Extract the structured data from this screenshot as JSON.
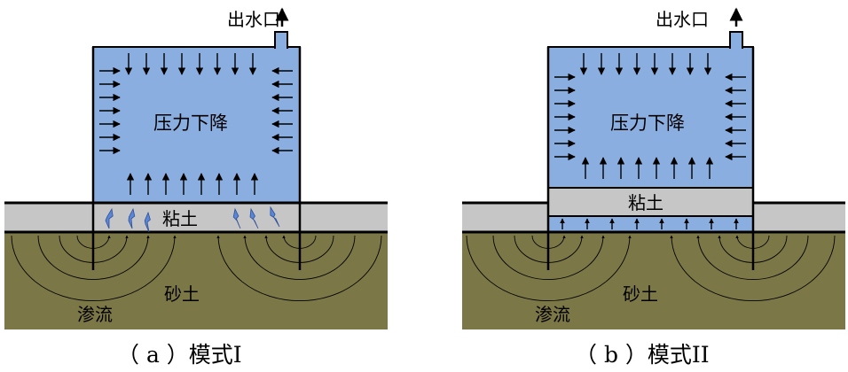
{
  "panels": [
    {
      "id": "a",
      "outlet_label": "出水口",
      "tank_label": "压力下降",
      "clay_label": "粘土",
      "sand_label": "砂土",
      "seepage_label": "渗流",
      "caption": "（ a ）模式I"
    },
    {
      "id": "b",
      "outlet_label": "出水口",
      "tank_label": "压力下降",
      "clay_label": "粘土",
      "sand_label": "砂土",
      "seepage_label": "渗流",
      "caption": "（ b ）模式II"
    }
  ],
  "colors": {
    "water": "#8aaee0",
    "clay": "#c6c6c6",
    "sand": "#7c7747",
    "outline": "#000000",
    "crack": "#5b86d6"
  },
  "icons": [
    "up-arrow-icon",
    "pressure-arrow-icon",
    "seepage-arrow-icon",
    "crack-icon"
  ]
}
